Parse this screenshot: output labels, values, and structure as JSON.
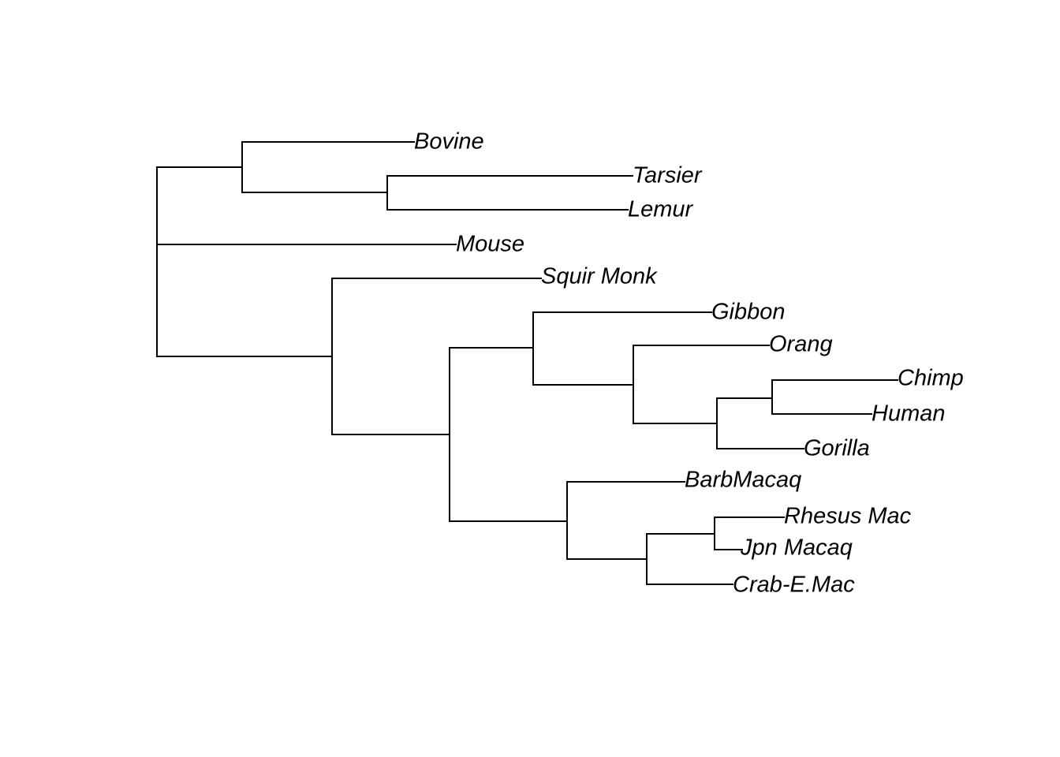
{
  "tree": {
    "line_color": "#000000",
    "taxa": {
      "bovine": "Bovine",
      "tarsier": "Tarsier",
      "lemur": "Lemur",
      "mouse": "Mouse",
      "squir_monk": "Squir Monk",
      "gibbon": "Gibbon",
      "orang": "Orang",
      "chimp": "Chimp",
      "human": "Human",
      "gorilla": "Gorilla",
      "barb_macaq": "BarbMacaq",
      "rhesus_mac": "Rhesus Mac",
      "jpn_macaq": "Jpn Macaq",
      "crab_e_mac": "Crab-E.Mac"
    }
  }
}
